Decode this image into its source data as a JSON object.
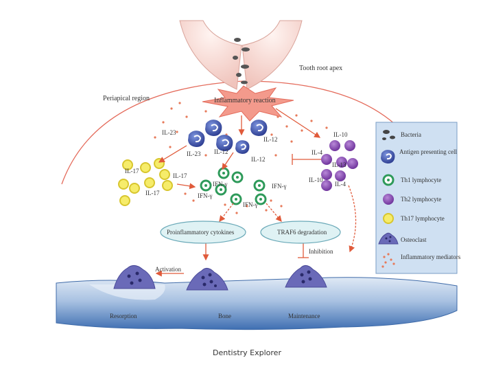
{
  "labels": {
    "tooth_root_apex": "Tooth root apex",
    "periapical_region": "Periapical region",
    "inflammatory_reaction": "Inflammatory reaction",
    "il23_a": "IL-23",
    "il23_b": "IL-23",
    "il12_a": "IL-12",
    "il12_b": "IL-12",
    "il12_c": "IL-12",
    "il10_a": "IL-10",
    "il10_b": "IL-10",
    "il4_a": "IL-4",
    "il4_b": "IL-4",
    "il13": "IL-13",
    "il17_a": "IL-17",
    "il17_b": "IL-17",
    "il17_c": "IL-17",
    "ifn_a": "IFN-γ",
    "ifn_b": "IFN-γ",
    "ifn_c": "IFN-γ",
    "ifn_d": "IFN-γ",
    "proinflammatory": "Proinflammatory cytokines",
    "traf6": "TRAF6 degradation",
    "inhibition": "Inhibition",
    "activation": "Activation",
    "resorption": "Resorption",
    "bone": "Bone",
    "maintenance": "Maintenance"
  },
  "legend": {
    "items": [
      {
        "label": "Bacteria",
        "icon": "bacteria-icon"
      },
      {
        "label": "Antigen presenting cell",
        "icon": "apc-icon"
      },
      {
        "label": "Th1 lymphocyte",
        "icon": "th1-icon"
      },
      {
        "label": "Th2 lymphocyte",
        "icon": "th2-icon"
      },
      {
        "label": "Th17 lymphocyte",
        "icon": "th17-icon"
      },
      {
        "label": "Osteoclast",
        "icon": "osteoclast-icon"
      },
      {
        "label": "Inflammatory mediators",
        "icon": "mediators-icon"
      }
    ]
  },
  "footer": "Dentistry Explorer",
  "colors": {
    "arrow": "#e05a3a",
    "apc": "#3a4fa8",
    "th1_ring": "#2e9a5a",
    "th2": "#7a3fa8",
    "th17": "#e8d63a",
    "osteoclast": "#5a5aa8",
    "bone": "#4a78b8",
    "legend_bg": "#cfe0f2"
  }
}
